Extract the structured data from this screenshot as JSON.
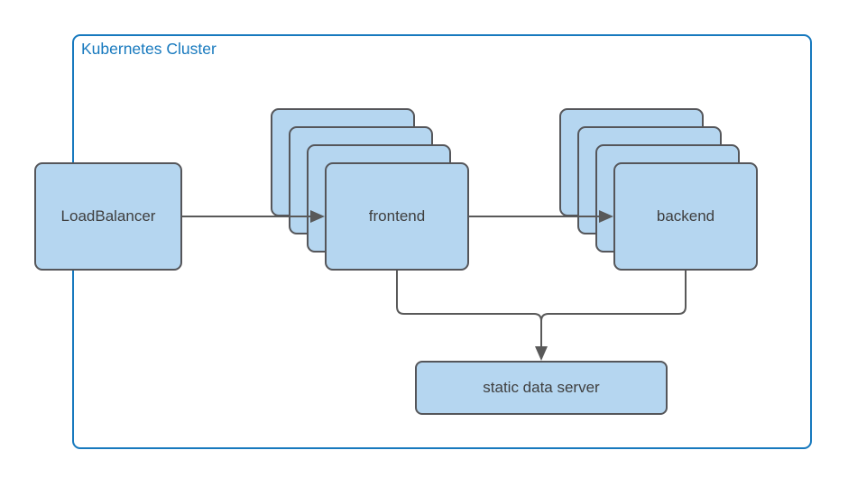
{
  "diagram": {
    "title": "Kubernetes Cluster",
    "nodes": {
      "loadbalancer": {
        "label": "LoadBalancer",
        "replicas": 1
      },
      "frontend": {
        "label": "frontend",
        "replicas": 4
      },
      "backend": {
        "label": "backend",
        "replicas": 4
      },
      "static_data_server": {
        "label": "static data server",
        "replicas": 1
      }
    },
    "edges": [
      {
        "from": "loadbalancer",
        "to": "frontend",
        "arrow": true
      },
      {
        "from": "frontend",
        "to": "backend",
        "arrow": true
      },
      {
        "from": "frontend",
        "to": "static_data_server",
        "arrow": true
      },
      {
        "from": "backend",
        "to": "static_data_server",
        "arrow": true
      }
    ],
    "colors": {
      "cluster_border": "#1779be",
      "node_fill": "#b5d6f0",
      "node_border": "#55565a",
      "connector": "#595959",
      "label_text": "#3f3f3f"
    }
  }
}
